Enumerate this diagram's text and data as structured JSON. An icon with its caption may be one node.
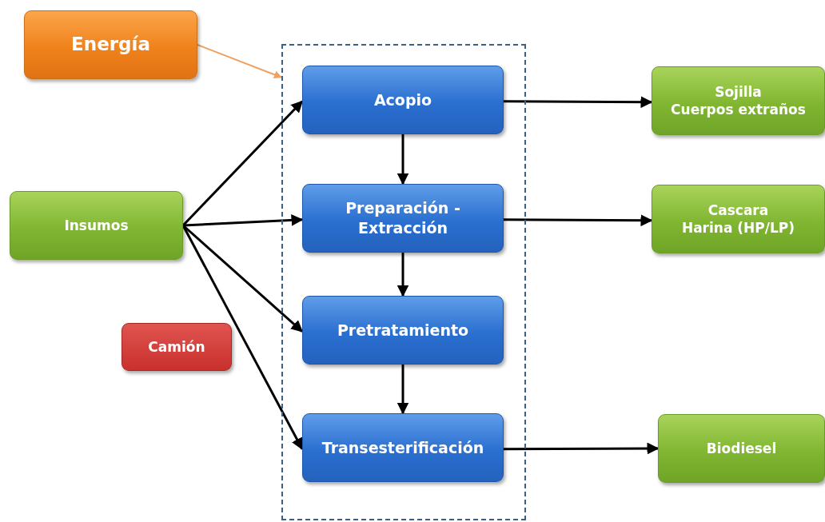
{
  "diagram": {
    "nodes": [
      {
        "text": [
          "Energía"
        ]
      },
      {
        "text": [],
        "shape": "box"
      },
      {
        "text": [
          "Acopio"
        ],
        "in": 1
      },
      {
        "text": [
          "Preparación - Extracción"
        ],
        "in": 1
      },
      {
        "text": [
          "Pretratamiento"
        ],
        "in": 1
      },
      {
        "text": [
          "Transesterificación"
        ],
        "in": 1
      },
      {
        "text": [
          "Insumos"
        ]
      },
      {
        "text": [
          "Camión"
        ]
      },
      {
        "text": [
          "Sojilla",
          "Cuerpos extraños"
        ]
      },
      {
        "text": [
          "Cascara",
          "Harina (HP/LP)"
        ]
      },
      {
        "text": [
          "Biodiesel"
        ]
      }
    ],
    "edges": [
      {
        "from": 0,
        "to": 1,
        "arrow": "to",
        "color": "#f0a060"
      },
      {
        "from": 6,
        "to": 2,
        "arrow": "to"
      },
      {
        "from": 6,
        "to": 3,
        "arrow": "to"
      },
      {
        "from": 6,
        "to": 4,
        "arrow": "to"
      },
      {
        "from": 6,
        "to": 5,
        "arrow": "to"
      },
      {
        "from": 2,
        "to": 3,
        "arrow": "to"
      },
      {
        "from": 3,
        "to": 4,
        "arrow": "to"
      },
      {
        "from": 4,
        "to": 5,
        "arrow": "to"
      },
      {
        "from": 2,
        "to": 8,
        "arrow": "to"
      },
      {
        "from": 3,
        "to": 9,
        "arrow": "to"
      },
      {
        "from": 5,
        "to": 10,
        "arrow": "to"
      }
    ]
  }
}
